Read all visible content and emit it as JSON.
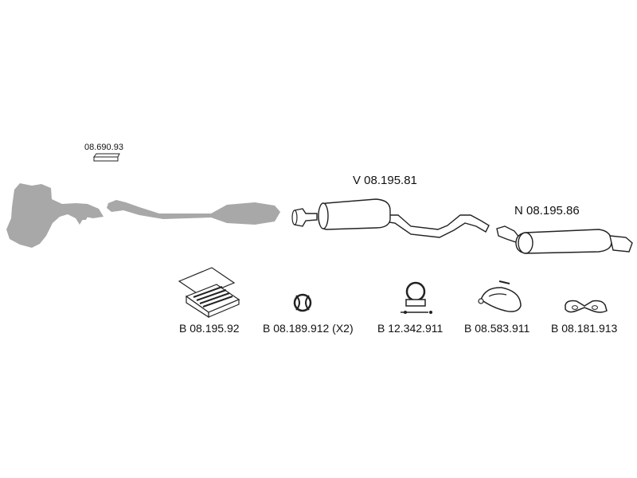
{
  "diagram": {
    "colors": {
      "front_parts": "#a8a8a8",
      "outline": "#222222",
      "background": "#ffffff"
    },
    "callouts": {
      "gasket_code": "08.690.93",
      "middle_silencer": "V 08.195.81",
      "rear_silencer": "N 08.195.86"
    },
    "parts": [
      {
        "code": "B 08.195.92",
        "icon": "mounting-kit-box-icon"
      },
      {
        "code": "B 08.189.912 (X2)",
        "icon": "rubber-ring-icon"
      },
      {
        "code": "B 12.342.911",
        "icon": "pipe-clamp-icon"
      },
      {
        "code": "B 08.583.911",
        "icon": "rubber-hanger-icon"
      },
      {
        "code": "B 08.181.913",
        "icon": "rubber-strip-icon"
      }
    ]
  }
}
